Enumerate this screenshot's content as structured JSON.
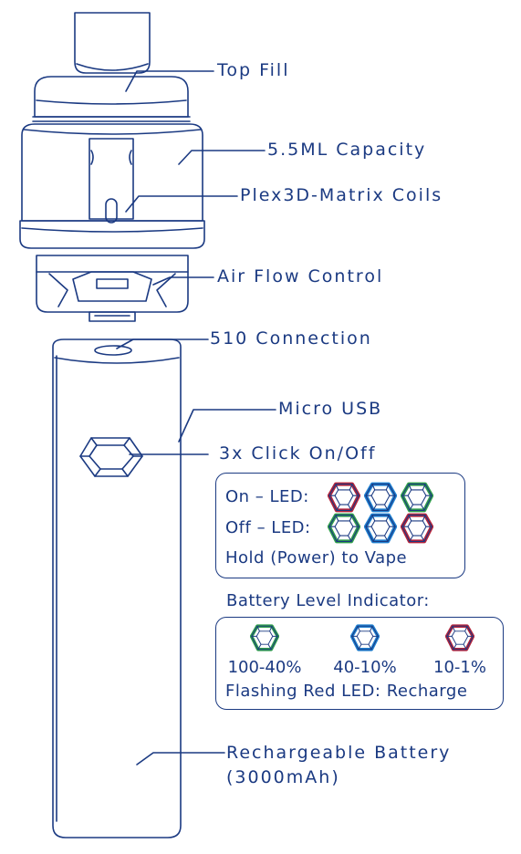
{
  "colors": {
    "line": "#1b3a82",
    "red": "#b3223a",
    "blue": "#1e7fd0",
    "green": "#2f9d4a"
  },
  "callouts": {
    "top_fill": "Top Fill",
    "capacity": "5.5ML Capacity",
    "coils": "Plex3D-Matrix Coils",
    "airflow": "Air Flow Control",
    "connection": "510 Connection",
    "usb": "Micro USB",
    "click": "3x Click On/Off",
    "battery_line1": "Rechargeable Battery",
    "battery_line2": "(3000mAh)"
  },
  "led_box": {
    "on_label": "On – LED:",
    "on_colors": [
      "red",
      "blue",
      "green"
    ],
    "off_label": "Off – LED:",
    "off_colors": [
      "green",
      "blue",
      "red"
    ],
    "hold_text": "Hold (Power) to Vape"
  },
  "battery_indicator": {
    "title": "Battery Level Indicator:",
    "levels": [
      {
        "color": "green",
        "label": "100-40%"
      },
      {
        "color": "blue",
        "label": "40-10%"
      },
      {
        "color": "red",
        "label": "10-1%"
      }
    ],
    "note": "Flashing Red LED: Recharge"
  }
}
